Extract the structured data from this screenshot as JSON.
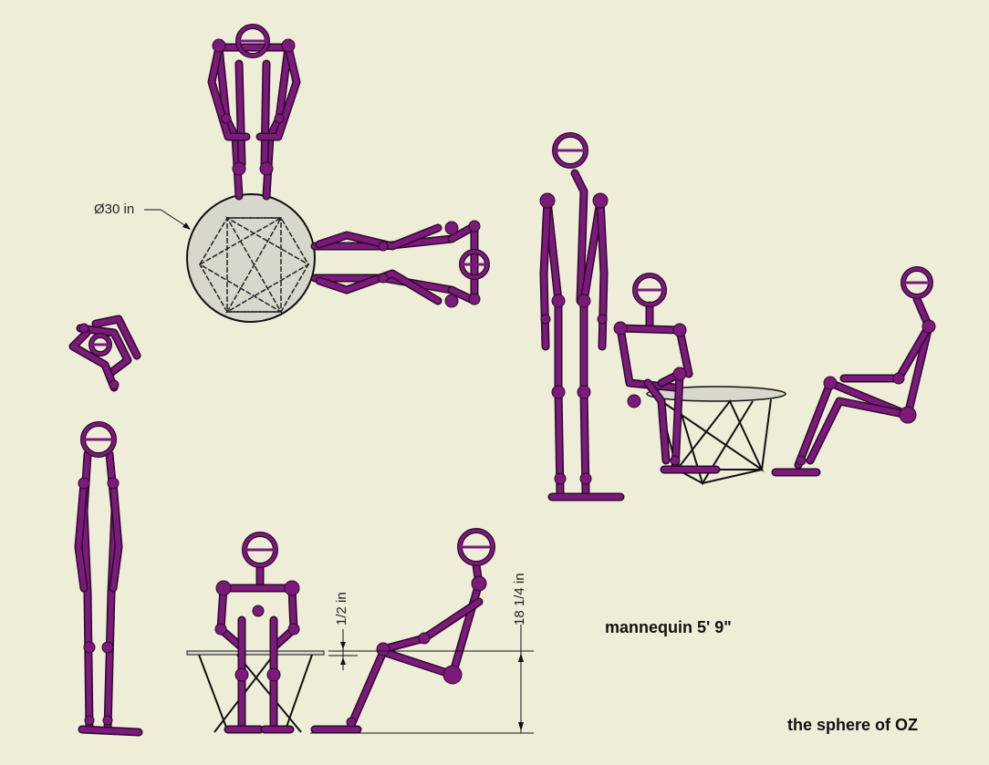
{
  "annotations": {
    "table_diameter": "Ø30 in",
    "table_gap": "1/2 in",
    "seat_height": "18 1/4 in"
  },
  "captions": {
    "mannequin": "mannequin 5' 9\"",
    "credit": "the sphere of OZ"
  },
  "colors": {
    "background": "#eeedd8",
    "mannequin": "#7b1a7b",
    "table_top": "#d8d7cb",
    "lines": "#111111"
  }
}
